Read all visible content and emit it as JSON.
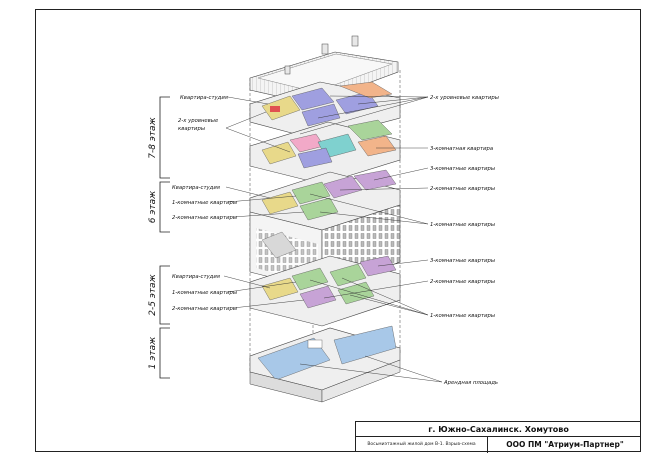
{
  "floors": {
    "f78": "7-8 этаж",
    "f6": "6 этаж",
    "f25": "2-5 этаж",
    "f1": "1 этаж"
  },
  "labels_left": {
    "studio_top": "Квартира-студия",
    "two_level_l1": "2-х уровневые",
    "two_level_l2": "квартиры",
    "studio_6": "Квартира-студия",
    "one_room_6": "1-комнатные квартиры",
    "two_room_6": "2-комнатные квартиры",
    "studio_25": "Квартира-студия",
    "one_room_25": "1-комнатные квартиры",
    "two_room_25": "2-комнатные квартиры"
  },
  "labels_right": {
    "two_level": "2-х уровневые квартиры",
    "three_room_78": "3-комнатная квартира",
    "three_room_6": "3-комнатные квартиры",
    "two_room_6": "2-комнатные квартиры",
    "one_room_6": "1-комнатные квартиры",
    "three_room_25": "3-комнатные квартиры",
    "two_room_25": "2-комнатные квартиры",
    "one_room_25": "1-комнатные квартиры",
    "rental": "Арендная площадь"
  },
  "stamp": {
    "city": "г. Южно-Сахалинск. Хомутово",
    "project": "Восьмиэтажный жилой дом В-1. Взрыв-схема",
    "company": "ООО ПМ \"Атриум-Партнер\""
  },
  "colors": {
    "studio": "#e8d98a",
    "one_room": "#a9d49a",
    "two_room": "#c7a3d6",
    "three_room": "#f2b48a",
    "two_level": "#9f9fe0",
    "teal": "#7fd1cf",
    "pink": "#f2a9c8",
    "rental": "#a8c8e8"
  }
}
